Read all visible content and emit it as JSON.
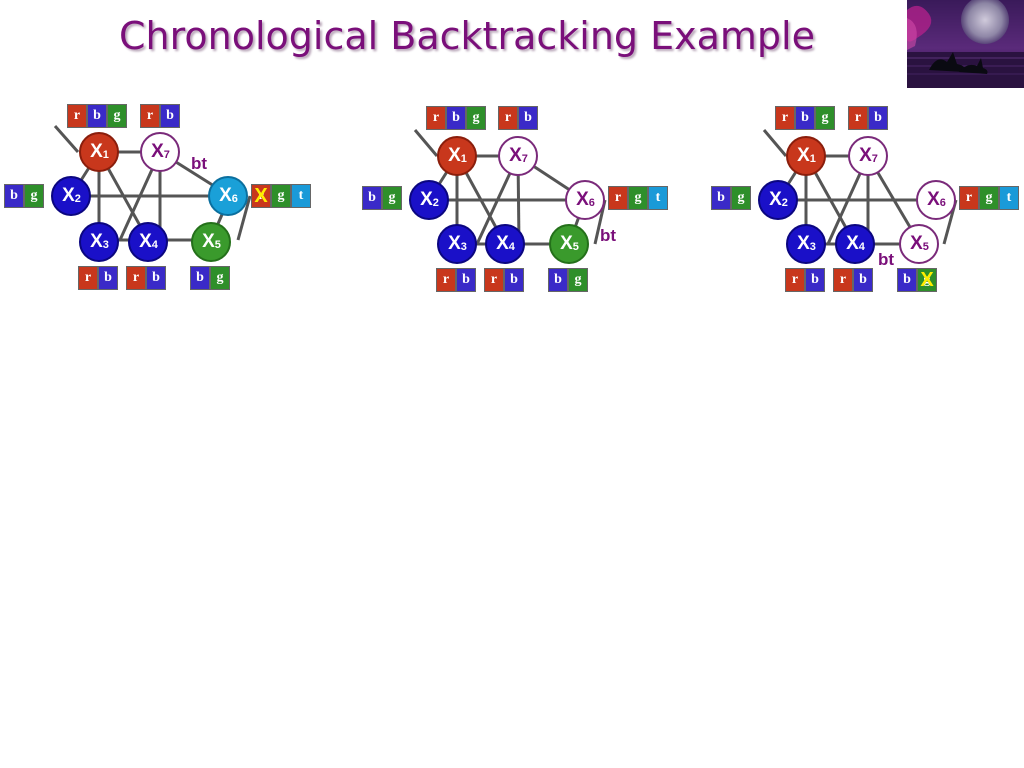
{
  "title": "Chronological Backtracking Example",
  "colors": {
    "title": "#7a0f7a",
    "red": "#c8371c",
    "blue": "#3a2ac8",
    "green": "#2e8f2a",
    "teal": "#1a9ad8",
    "x_mark": "#ffee00"
  },
  "icons": {
    "corner_image": "orca-night-lake-image",
    "conflict_mark": "x-mark-icon"
  },
  "variable_prefix": "X",
  "bt_label": "bt",
  "panels": [
    {
      "nodes": {
        "x1": "1",
        "x2": "2",
        "x3": "3",
        "x4": "4",
        "x5": "5",
        "x6": "6",
        "x7": "7"
      },
      "domains": {
        "x1": [
          "r",
          "b",
          "g"
        ],
        "x7": [
          "r",
          "b"
        ],
        "x2": [
          "b",
          "g"
        ],
        "x6": [
          "r",
          "g",
          "t"
        ],
        "x3": [
          "r",
          "b"
        ],
        "x4": [
          "r",
          "b"
        ],
        "x5": [
          "b",
          "g"
        ]
      },
      "crossed": "x6 value r",
      "crossed_mark": "X"
    },
    {
      "nodes": {
        "x1": "1",
        "x2": "2",
        "x3": "3",
        "x4": "4",
        "x5": "5",
        "x6": "6",
        "x7": "7"
      },
      "domains": {
        "x1": [
          "r",
          "b",
          "g"
        ],
        "x7": [
          "r",
          "b"
        ],
        "x2": [
          "b",
          "g"
        ],
        "x6": [
          "r",
          "g",
          "t"
        ],
        "x3": [
          "r",
          "b"
        ],
        "x4": [
          "r",
          "b"
        ],
        "x5": [
          "b",
          "g"
        ]
      }
    },
    {
      "nodes": {
        "x1": "1",
        "x2": "2",
        "x3": "3",
        "x4": "4",
        "x5": "5",
        "x6": "6",
        "x7": "7"
      },
      "domains": {
        "x1": [
          "r",
          "b",
          "g"
        ],
        "x7": [
          "r",
          "b"
        ],
        "x2": [
          "b",
          "g"
        ],
        "x6": [
          "r",
          "g",
          "t"
        ],
        "x3": [
          "r",
          "b"
        ],
        "x4": [
          "r",
          "b"
        ],
        "x5": [
          "b",
          "g"
        ]
      },
      "crossed": "x5 value g",
      "crossed_mark": "X"
    }
  ]
}
